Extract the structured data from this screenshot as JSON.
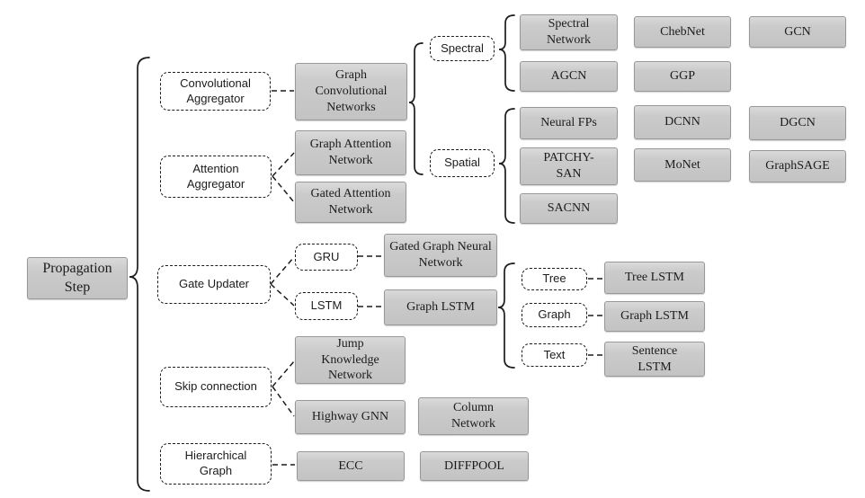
{
  "title": "Propagation Step taxonomy diagram",
  "colors": {
    "solid_box_fill": "#c9c9c9",
    "solid_box_border": "#989898",
    "dashed_box_border": "#1c1c1c",
    "line_color": "#1c1c1c",
    "text_color": "#1c1c1c",
    "background": "#ffffff"
  },
  "root": {
    "label": "Propagation Step"
  },
  "convolutional": {
    "category": "Convolutional Aggregator",
    "family": "Graph Convolutional Networks",
    "spectral": {
      "label": "Spectral",
      "models": [
        "Spectral Network",
        "ChebNet",
        "GCN",
        "AGCN",
        "GGP"
      ]
    },
    "spatial": {
      "label": "Spatial",
      "models": [
        "Neural FPs",
        "DCNN",
        "DGCN",
        "PATCHY-SAN",
        "MoNet",
        "GraphSAGE",
        "SACNN"
      ]
    }
  },
  "attention": {
    "category": "Attention Aggregator",
    "models": [
      "Graph Attention Network",
      "Gated Attention Network"
    ]
  },
  "gate": {
    "category": "Gate Updater",
    "gru": {
      "label": "GRU",
      "model": "Gated Graph Neural Network"
    },
    "lstm": {
      "label": "LSTM",
      "model": "Graph LSTM",
      "variants": [
        {
          "type": "Tree",
          "model": "Tree LSTM"
        },
        {
          "type": "Graph",
          "model": "Graph LSTM"
        },
        {
          "type": "Text",
          "model": "Sentence LSTM"
        }
      ]
    }
  },
  "skip": {
    "category": "Skip connection",
    "models": [
      "Jump Knowledge Network",
      "Highway GNN",
      "Column Network"
    ]
  },
  "hierarchical": {
    "category": "Hierarchical Graph",
    "models": [
      "ECC",
      "DIFFPOOL"
    ]
  }
}
